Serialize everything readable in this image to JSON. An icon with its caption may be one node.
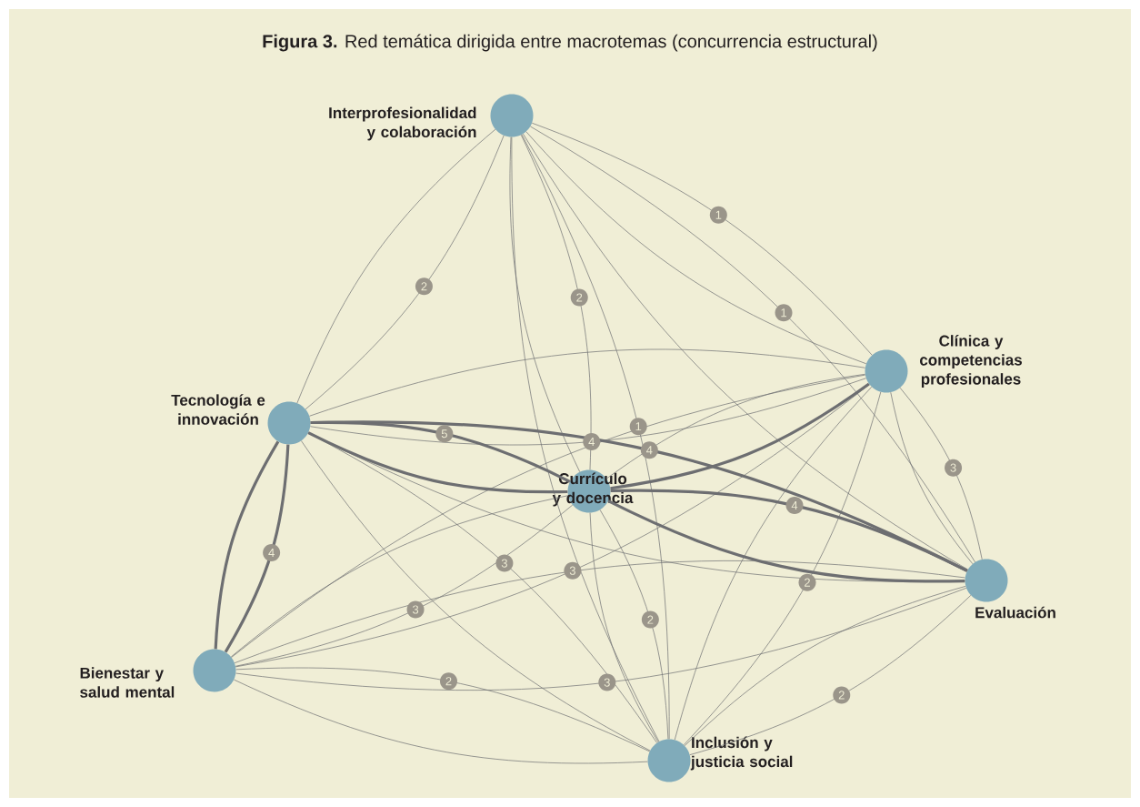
{
  "diagram": {
    "title": "**Figura 3.** Red temática dirigida entre macrotemas (concurrencia estructural)",
    "nodes": [
      {
        "text": [
          "Interprofesionalidad y colaboración"
        ]
      },
      {
        "text": [
          "Clínica y competencias profesionales"
        ]
      },
      {
        "text": [
          "Tecnología e innovación"
        ]
      },
      {
        "text": [
          "Currículo y docencia"
        ]
      },
      {
        "text": [
          "Evaluación"
        ]
      },
      {
        "text": [
          "Bienestar y salud mental"
        ]
      },
      {
        "text": [
          "Inclusión y justicia social"
        ]
      }
    ],
    "edges": [
      {
        "from": 0,
        "to": 1,
        "arrow": "none",
        "label": "1"
      },
      {
        "from": 1,
        "to": 0,
        "arrow": "none"
      },
      {
        "from": 0,
        "to": 2,
        "arrow": "none",
        "label": "2"
      },
      {
        "from": 2,
        "to": 0,
        "arrow": "none"
      },
      {
        "from": 0,
        "to": 3,
        "arrow": "none",
        "label": "2"
      },
      {
        "from": 3,
        "to": 0,
        "arrow": "none"
      },
      {
        "from": 0,
        "to": 4,
        "arrow": "none",
        "label": "1"
      },
      {
        "from": 4,
        "to": 0,
        "arrow": "none"
      },
      {
        "from": 0,
        "to": 6,
        "arrow": "none",
        "label": "1"
      },
      {
        "from": 6,
        "to": 0,
        "arrow": "none"
      },
      {
        "from": 1,
        "to": 2,
        "arrow": "none",
        "label": "4"
      },
      {
        "from": 2,
        "to": 1,
        "arrow": "none"
      },
      {
        "from": 1,
        "to": 3,
        "arrow": "none",
        "style": "thick"
      },
      {
        "from": 3,
        "to": 1,
        "arrow": "none"
      },
      {
        "from": 1,
        "to": 4,
        "arrow": "none",
        "label": "3"
      },
      {
        "from": 4,
        "to": 1,
        "arrow": "none"
      },
      {
        "from": 1,
        "to": 5,
        "arrow": "none",
        "label": "3"
      },
      {
        "from": 5,
        "to": 1,
        "arrow": "none"
      },
      {
        "from": 1,
        "to": 6,
        "arrow": "none",
        "label": "2"
      },
      {
        "from": 6,
        "to": 1,
        "arrow": "none"
      },
      {
        "from": 2,
        "to": 3,
        "arrow": "none",
        "label": "5",
        "style": "thick"
      },
      {
        "from": 3,
        "to": 2,
        "arrow": "none",
        "style": "thick"
      },
      {
        "from": 2,
        "to": 4,
        "arrow": "none",
        "label": "4",
        "style": "thick"
      },
      {
        "from": 4,
        "to": 2,
        "arrow": "none"
      },
      {
        "from": 2,
        "to": 5,
        "arrow": "none",
        "label": "4",
        "style": "thick"
      },
      {
        "from": 5,
        "to": 2,
        "arrow": "none",
        "style": "thick"
      },
      {
        "from": 2,
        "to": 6,
        "arrow": "none",
        "label": "3"
      },
      {
        "from": 6,
        "to": 2,
        "arrow": "none"
      },
      {
        "from": 3,
        "to": 4,
        "arrow": "none",
        "label": "4",
        "style": "thick"
      },
      {
        "from": 4,
        "to": 3,
        "arrow": "none",
        "style": "thick"
      },
      {
        "from": 3,
        "to": 5,
        "arrow": "none",
        "label": "3"
      },
      {
        "from": 5,
        "to": 3,
        "arrow": "none"
      },
      {
        "from": 3,
        "to": 6,
        "arrow": "none",
        "label": "2"
      },
      {
        "from": 6,
        "to": 3,
        "arrow": "none"
      },
      {
        "from": 4,
        "to": 5,
        "arrow": "none",
        "label": "3"
      },
      {
        "from": 5,
        "to": 4,
        "arrow": "none"
      },
      {
        "from": 4,
        "to": 6,
        "arrow": "none",
        "label": "2"
      },
      {
        "from": 6,
        "to": 4,
        "arrow": "none"
      },
      {
        "from": 5,
        "to": 6,
        "arrow": "none",
        "label": "2"
      },
      {
        "from": 6,
        "to": 5,
        "arrow": "none"
      }
    ]
  }
}
